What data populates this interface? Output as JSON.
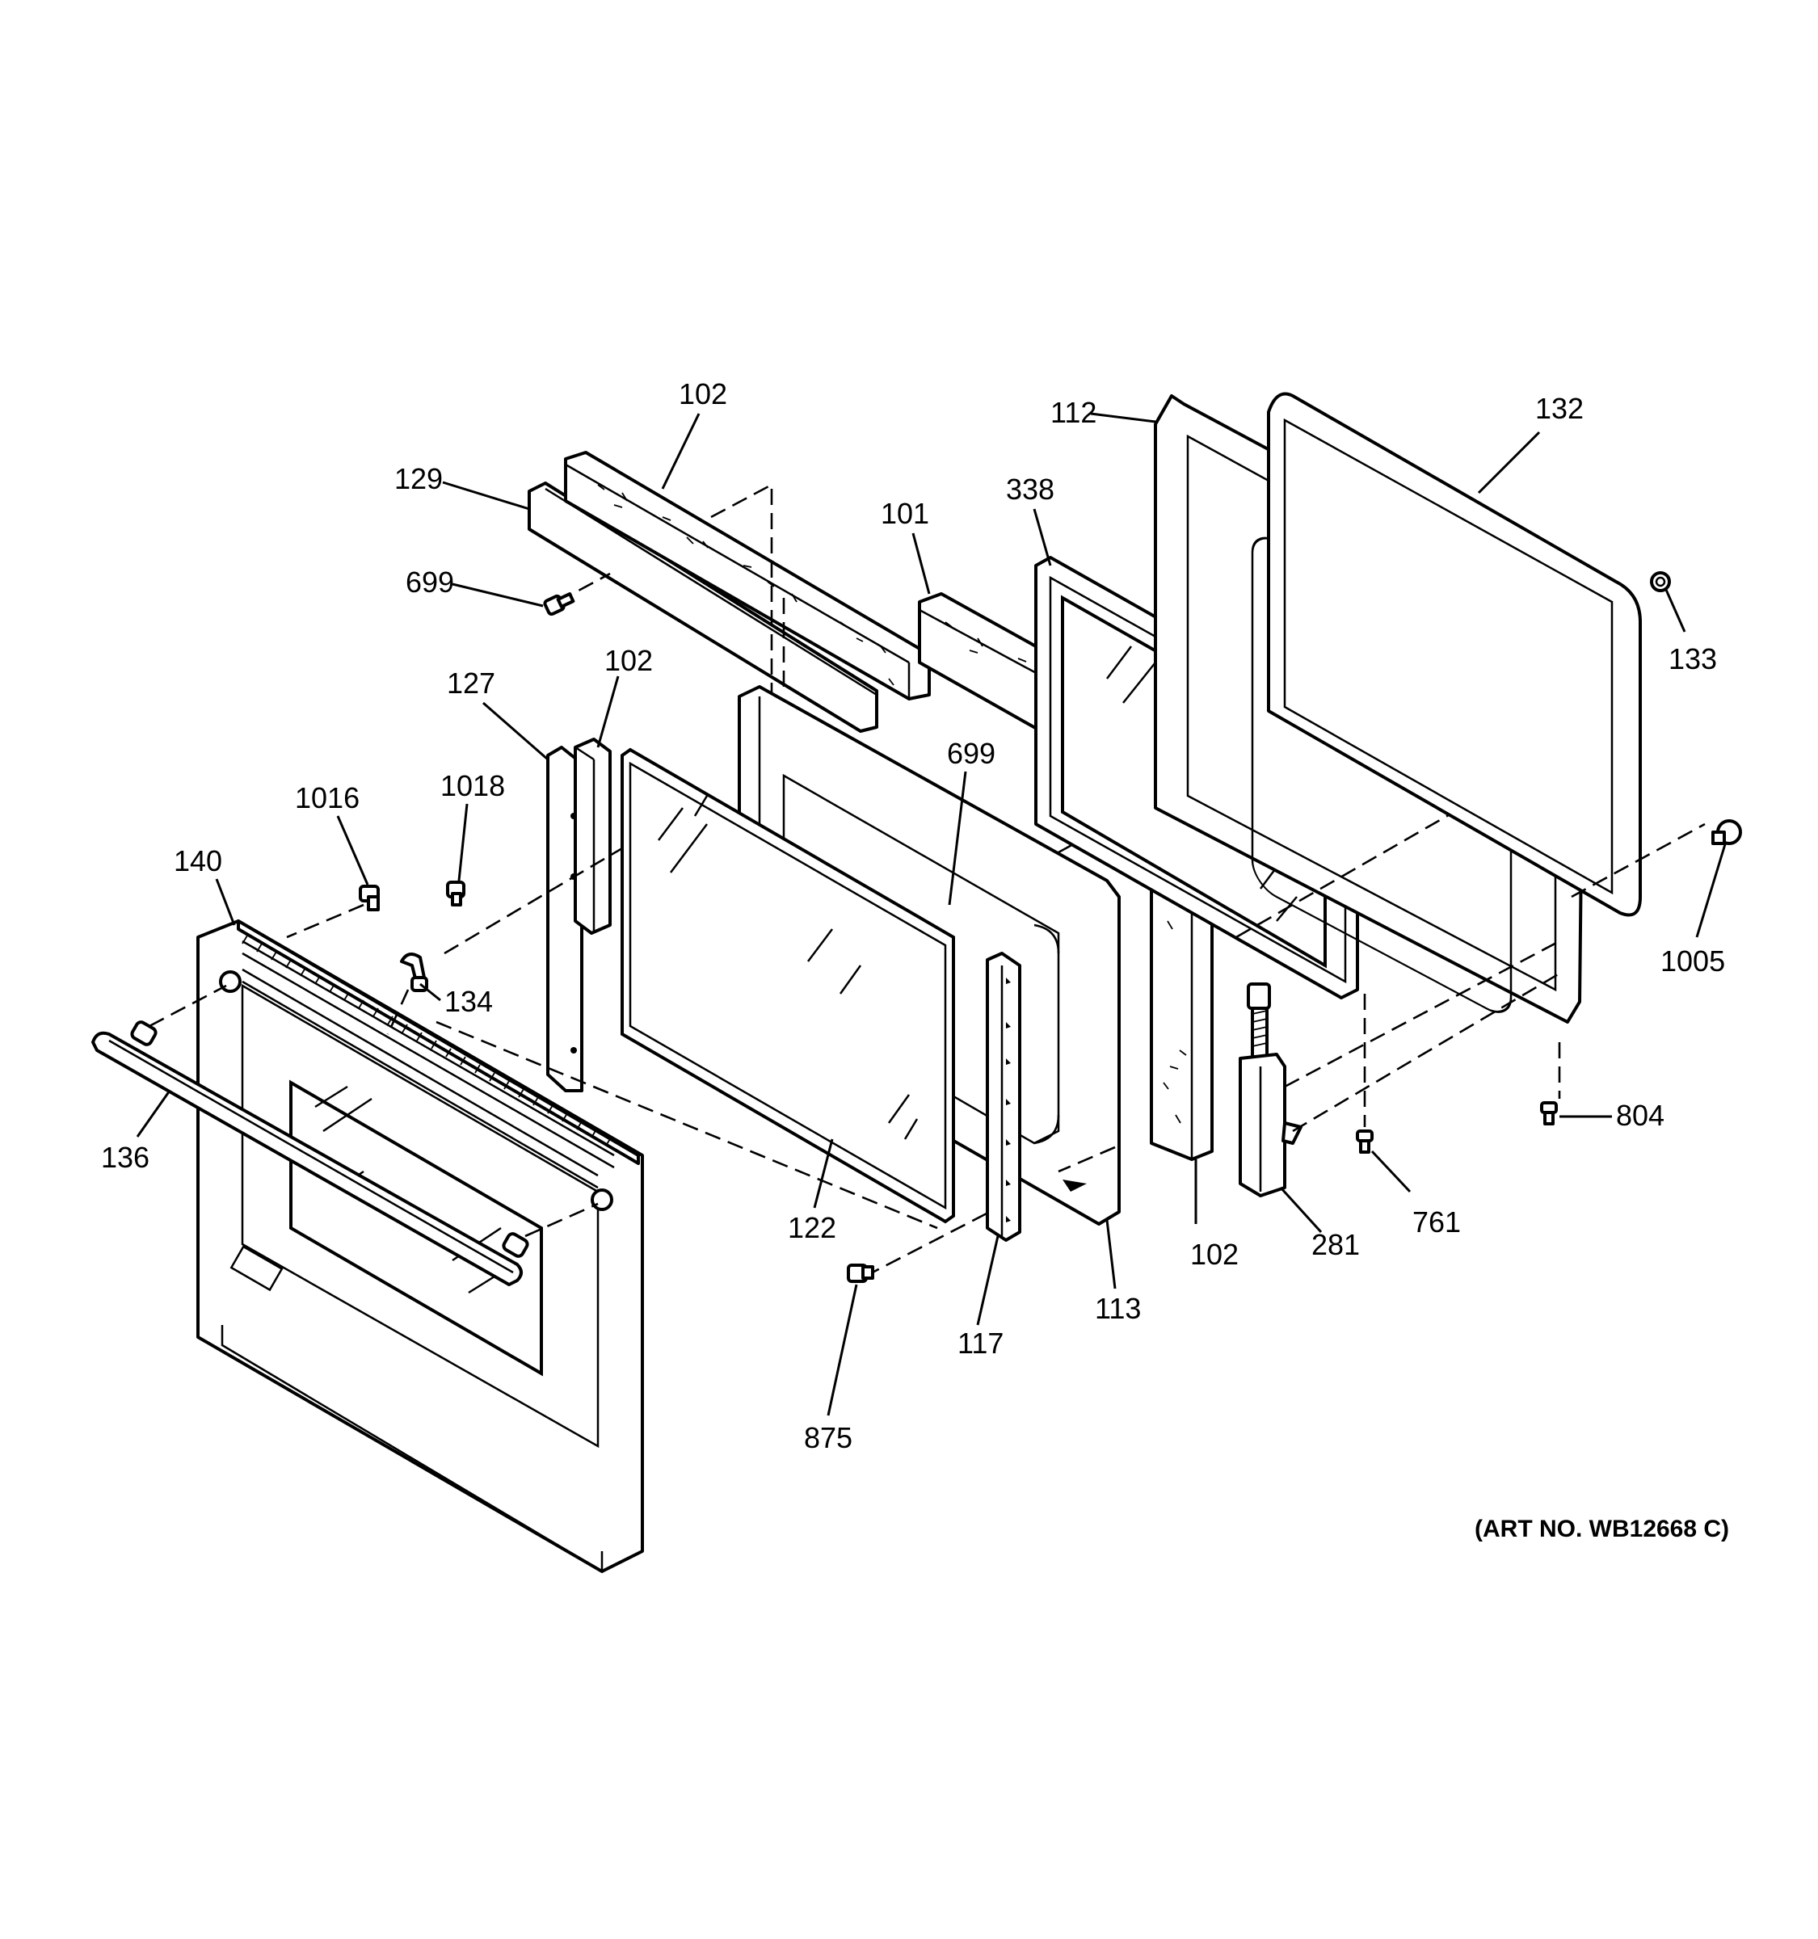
{
  "callouts": {
    "c102_top": "102",
    "c129": "129",
    "c699_left": "699",
    "c127": "127",
    "c102_mid": "102",
    "c1016": "1016",
    "c1018": "1018",
    "c140": "140",
    "c134": "134",
    "c136": "136",
    "c122": "122",
    "c101": "101",
    "c699_mid": "699",
    "c338": "338",
    "c112": "112",
    "c132": "132",
    "c133": "133",
    "c1005": "1005",
    "c804": "804",
    "c761": "761",
    "c281": "281",
    "c102_bottom": "102",
    "c113": "113",
    "c117": "117",
    "c875": "875"
  },
  "art_number": "(ART NO. WB12668 C)"
}
